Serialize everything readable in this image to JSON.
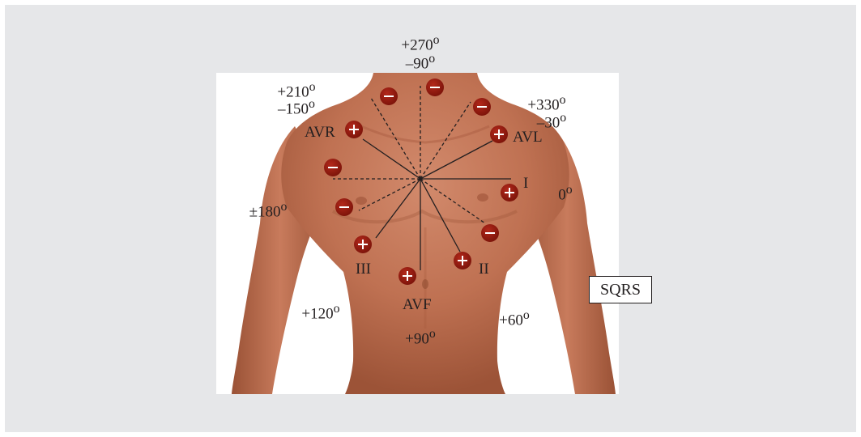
{
  "leads": {
    "I": "I",
    "II": "II",
    "III": "III",
    "AVR": "AVR",
    "AVL": "AVL",
    "AVF": "AVF"
  },
  "angles": {
    "a270": "+270",
    "a_90": "–90",
    "a210": "+210",
    "a_150": "–150",
    "a330": "+330",
    "a_30": "–30",
    "a0": "0",
    "a180": "±180",
    "a120": "+120",
    "a60": "+60",
    "a90": "+90",
    "degree_mark": "o"
  },
  "box_label": "SQRS",
  "electrode_signs": {
    "positive": "+",
    "negative": "–"
  },
  "colors": {
    "background": "#e6e7e9",
    "panel": "#ffffff",
    "skin": "#b5674a",
    "electrode": "#8e1b10",
    "line": "#231f20"
  }
}
